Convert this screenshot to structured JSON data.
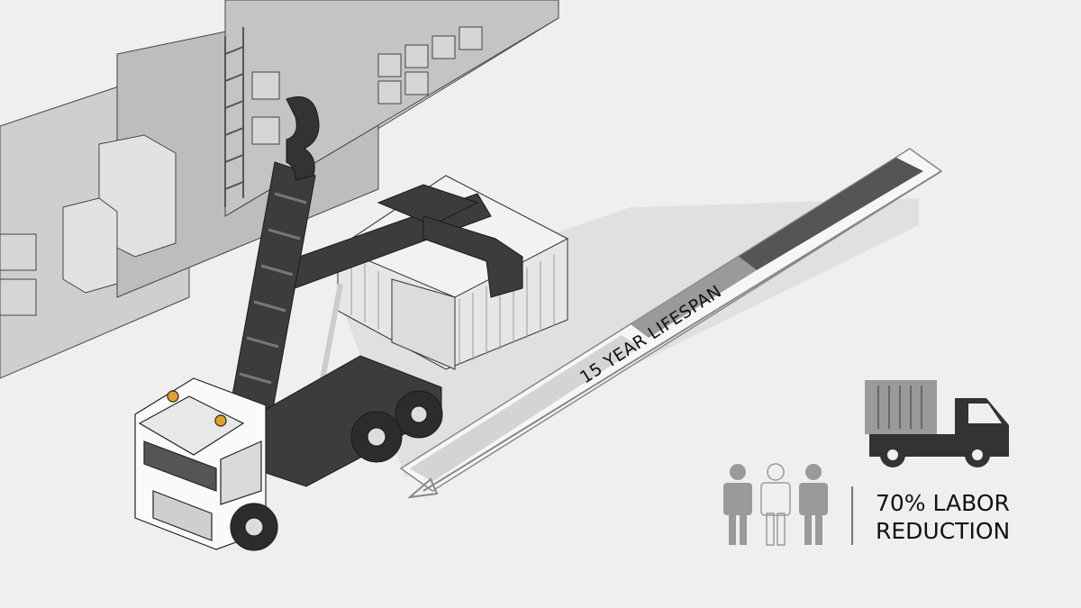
{
  "scene": {
    "description": "Isometric illustration of a hook-lift truck with crane arm lifting shipping containers beside a warehouse",
    "colors": {
      "background": "#efefef",
      "dark_machinery": "#3c3c3c",
      "light_gray": "#c8c8c8",
      "mid_gray": "#9a9a9a",
      "outline": "#222222",
      "beacon": "#e0a030"
    }
  },
  "lifespan": {
    "label": "15 YEAR LIFESPAN",
    "icon": "arrow-left-down-icon"
  },
  "stat": {
    "line1": "70% LABOR",
    "line2": "REDUCTION",
    "truck_icon": "delivery-truck-icon",
    "workers_icon": "workers-icon"
  }
}
